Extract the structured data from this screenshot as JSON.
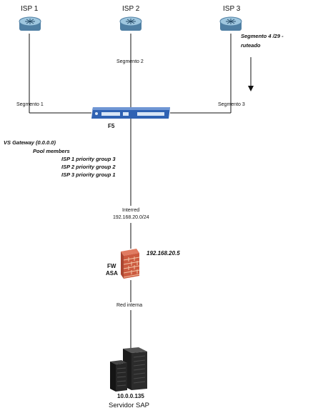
{
  "isps": [
    {
      "label": "ISP 1"
    },
    {
      "label": "ISP 2"
    },
    {
      "label": "ISP 3"
    }
  ],
  "segments": {
    "seg1": "Segmento 1",
    "seg2": "Segmento 2",
    "seg3": "Segmento 3",
    "seg4_line1": "Segmento 4 /29 -",
    "seg4_line2": "ruteado"
  },
  "f5": {
    "label": "F5",
    "vs_gateway": "VS Gateway (0.0.0.0)",
    "pool_members": "Pool members",
    "priority_groups": [
      "ISP 1 priority group 3",
      "ISP 2 priority group 2",
      "ISP 3 priority group 1"
    ]
  },
  "interred": {
    "label": "Interred",
    "subnet": "192.168.20.0/24"
  },
  "firewall": {
    "label_line1": "FW",
    "label_line2": "ASA",
    "ip": "192.168.20.5"
  },
  "red_interna": "Red interna",
  "server": {
    "ip": "10.0.0.135",
    "name": "Servidor SAP"
  },
  "colors": {
    "router_body": "#4f7fa3",
    "router_top": "#9ec6de",
    "f5_body": "#2f62b3",
    "f5_light": "#d8e6f6",
    "firewall_brick": "#cc5a3f",
    "firewall_mortar": "#f2c6a8",
    "server_dark": "#1c1c1c",
    "line": "#111111"
  }
}
